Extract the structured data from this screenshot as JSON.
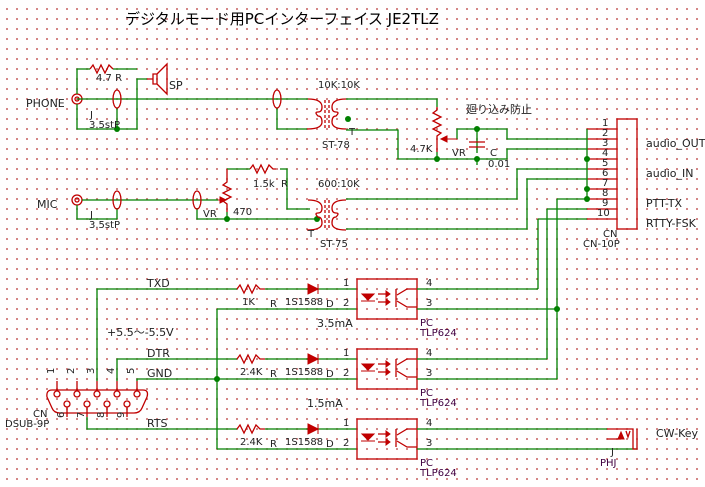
{
  "title": "デジタルモード用PCインターフェイス  JE2TLZ",
  "colors": {
    "wire": "#008000",
    "component": "#c00000",
    "grid_dot": "#c86464"
  },
  "phone": {
    "label": "PHONE",
    "jack_ref": "J",
    "jack_type": "3.5stP",
    "resistor": "4.7 R",
    "speaker": "SP"
  },
  "mic": {
    "label": "MIC",
    "jack_ref": "J",
    "jack_type": "3.5stP",
    "vr_ref": "VR",
    "vr_value": "470",
    "resistor": "1.5k",
    "resistor_ref": "R"
  },
  "transformer_out": {
    "ratio": "10K:10K",
    "ref": "T",
    "part": "ST-78"
  },
  "transformer_in": {
    "ratio": "600:10K",
    "ref": "T",
    "part": "ST-75"
  },
  "anti_feedback": {
    "note": "廻り込み防止",
    "vr_value": "4.7K",
    "vr_ref": "VR",
    "cap_ref": "C",
    "cap_value": "0.01"
  },
  "connector": {
    "ref": "CN",
    "part": "CN-10P",
    "pins": [
      "1",
      "2",
      "3",
      "4",
      "5",
      "6",
      "7",
      "8",
      "9",
      "10"
    ],
    "signals": [
      "audio_OUT",
      "audio_IN",
      "PTT-TX",
      "RTTY-FSK"
    ]
  },
  "serial": {
    "ref": "CN",
    "part": "DSUB-9P",
    "pins": [
      "1",
      "2",
      "3",
      "4",
      "5",
      "6",
      "7",
      "8",
      "9"
    ],
    "signals": {
      "txd": "TXD",
      "dtr": "DTR",
      "gnd": "GND",
      "rts": "RTS"
    },
    "voltage": "+5.5〜-5.5V"
  },
  "channels": [
    {
      "resistor": "1K",
      "resistor_ref": "R",
      "diode": "1S1588",
      "diode_ref": "D",
      "opto_ref": "PC",
      "opto_part": "TLP624",
      "pin1": "1",
      "pin2": "2",
      "pin3": "3",
      "pin4": "4"
    },
    {
      "resistor": "2.4K",
      "resistor_ref": "R",
      "diode": "1S1588",
      "diode_ref": "D",
      "opto_ref": "PC",
      "opto_part": "TLP624",
      "pin1": "1",
      "pin2": "2",
      "pin3": "3",
      "pin4": "4"
    },
    {
      "resistor": "2.4K",
      "resistor_ref": "R",
      "diode": "1S1588",
      "diode_ref": "D",
      "opto_ref": "PC",
      "opto_part": "TLP624",
      "pin1": "1",
      "pin2": "2",
      "pin3": "3",
      "pin4": "4"
    }
  ],
  "currents": [
    "3.5mA",
    "1.5mA"
  ],
  "cw_key": {
    "label": "CW-Key",
    "jack_ref": "J",
    "jack_type": "PHJ"
  }
}
